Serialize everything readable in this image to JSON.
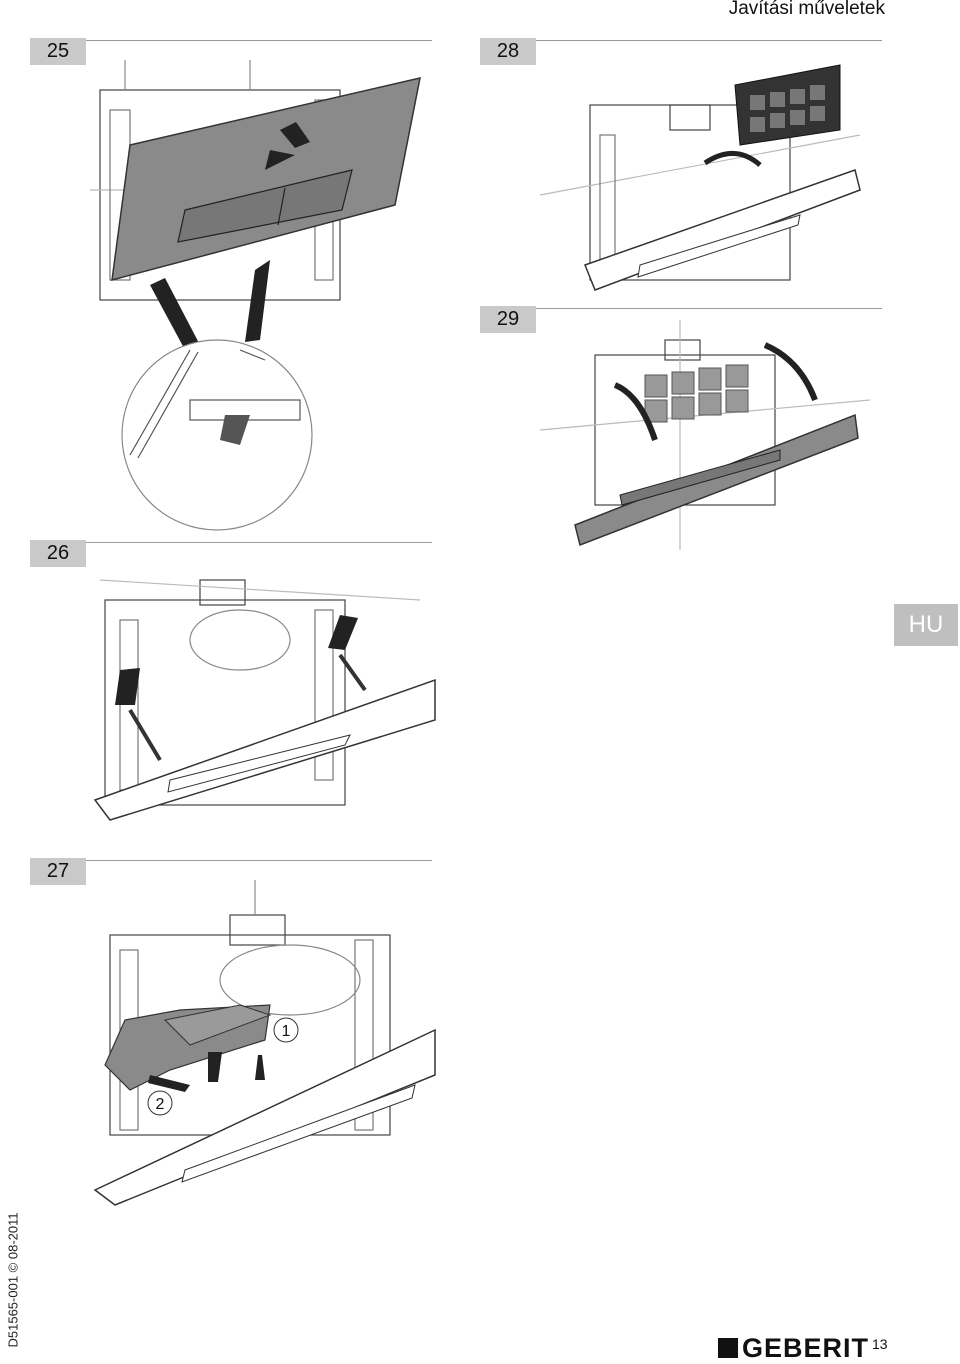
{
  "header": {
    "title": "Javítási műveletek"
  },
  "steps": [
    {
      "number": "25"
    },
    {
      "number": "26"
    },
    {
      "number": "27"
    },
    {
      "number": "28"
    },
    {
      "number": "29"
    }
  ],
  "callouts": {
    "one": "1",
    "two": "2"
  },
  "language_tab": "HU",
  "document_id": "D51565-001 © 08-2011",
  "footer": {
    "brand": "GEBERIT",
    "page_number": "13"
  },
  "colors": {
    "badge": "#c9c9c9",
    "plate_dark": "#8a8a8a",
    "lang_tab": "#bfbfbf"
  }
}
